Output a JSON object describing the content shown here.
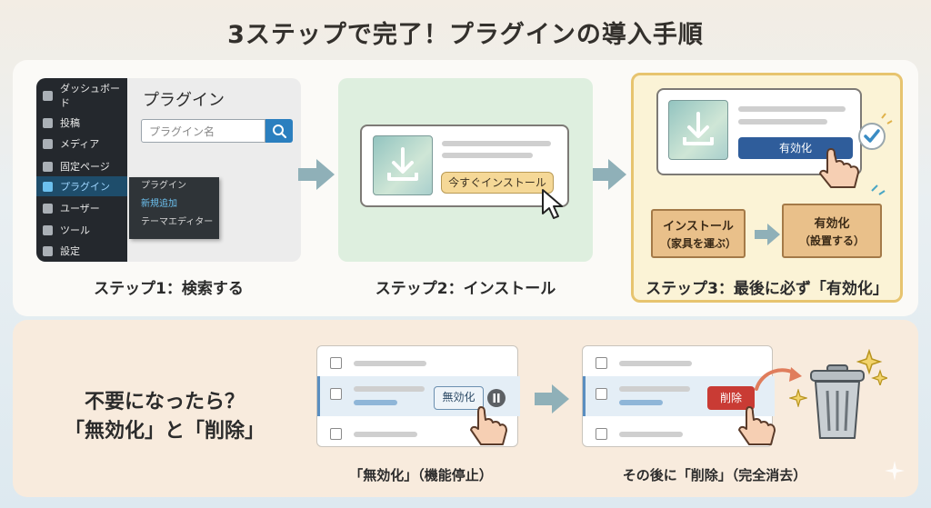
{
  "title": "3ステップで完了！プラグインの導入手順",
  "step1": {
    "caption": "ステップ1：検索する",
    "sidebar": [
      {
        "label": "ダッシュボード",
        "icon": "dashboard-icon"
      },
      {
        "label": "投稿",
        "icon": "pin-icon"
      },
      {
        "label": "メディア",
        "icon": "media-icon"
      },
      {
        "label": "固定ページ",
        "icon": "page-icon"
      },
      {
        "label": "プラグイン",
        "icon": "plugin-icon"
      },
      {
        "label": "ユーザー",
        "icon": "user-icon"
      },
      {
        "label": "ツール",
        "icon": "wrench-icon"
      },
      {
        "label": "設定",
        "icon": "settings-icon"
      }
    ],
    "submenu": [
      "プラグイン",
      "新規追加",
      "テーマエディター"
    ],
    "heading": "プラグイン",
    "search_placeholder": "プラグイン名",
    "search_icon": "search-icon"
  },
  "step2": {
    "caption": "ステップ2：インストール",
    "install_button": "今すぐインストール",
    "download_icon": "download-icon",
    "cursor_icon": "mouse-pointer-icon"
  },
  "step3": {
    "caption": "ステップ3：最後に必ず「有効化」",
    "activate_button": "有効化",
    "check_icon": "check-circle-icon",
    "hand_icon": "pointing-hand-icon",
    "box_install": {
      "line1": "インストール",
      "line2": "（家具を運ぶ）"
    },
    "box_activate": {
      "line1": "有効化",
      "line2": "（設置する）"
    }
  },
  "bottom": {
    "question_line1": "不要になったら？",
    "question_line2": "「無効化」と「削除」",
    "deactivate_button": "無効化",
    "pause_icon": "pause-icon",
    "deactivate_caption": "「無効化」（機能停止）",
    "delete_button": "削除",
    "delete_caption": "その後に「削除」（完全消去）",
    "trash_icon": "trash-can-icon",
    "sparkle_icon": "sparkle-icon"
  },
  "colors": {
    "step2_bg": "#deefdf",
    "step3_border": "#e7c46f",
    "activate_blue": "#2f5d9b",
    "delete_red": "#c93b34",
    "install_yellow": "#f5d897"
  }
}
